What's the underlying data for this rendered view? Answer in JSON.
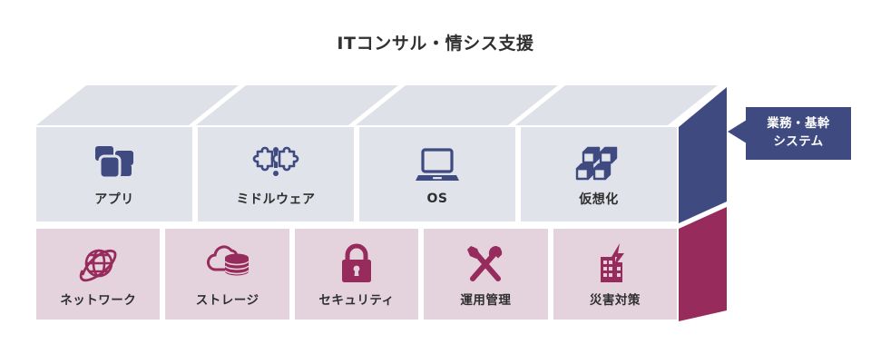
{
  "title": "ITコンサル・情シス支援",
  "colors": {
    "tile_top_bg": "#E1E3EA",
    "tile_top_face": "#DFE1E8",
    "tile_bottom_bg": "#E4D3DD",
    "accent_navy": "#3E4A80",
    "accent_crimson": "#972B5C",
    "label_text": "#2F2F2F",
    "title_text": "#303030",
    "callout_text": "#FFFFFF"
  },
  "top_row": {
    "tiles": [
      {
        "label": "アプリ",
        "icon": "app-windows-icon"
      },
      {
        "label": "ミドルウェア",
        "icon": "puzzle-pieces-icon"
      },
      {
        "label": "OS",
        "icon": "laptop-icon"
      },
      {
        "label": "仮想化",
        "icon": "stacked-cubes-icon"
      }
    ]
  },
  "bottom_row": {
    "tiles": [
      {
        "label": "ネットワーク",
        "icon": "globe-network-icon"
      },
      {
        "label": "ストレージ",
        "icon": "cloud-database-icon"
      },
      {
        "label": "セキュリティ",
        "icon": "padlock-icon"
      },
      {
        "label": "運用管理",
        "icon": "wrench-screwdriver-icon"
      },
      {
        "label": "災害対策",
        "icon": "building-lightning-icon"
      }
    ]
  },
  "callout": {
    "line1": "業務・基幹",
    "line2": "システム",
    "arrow_direction": "left"
  }
}
